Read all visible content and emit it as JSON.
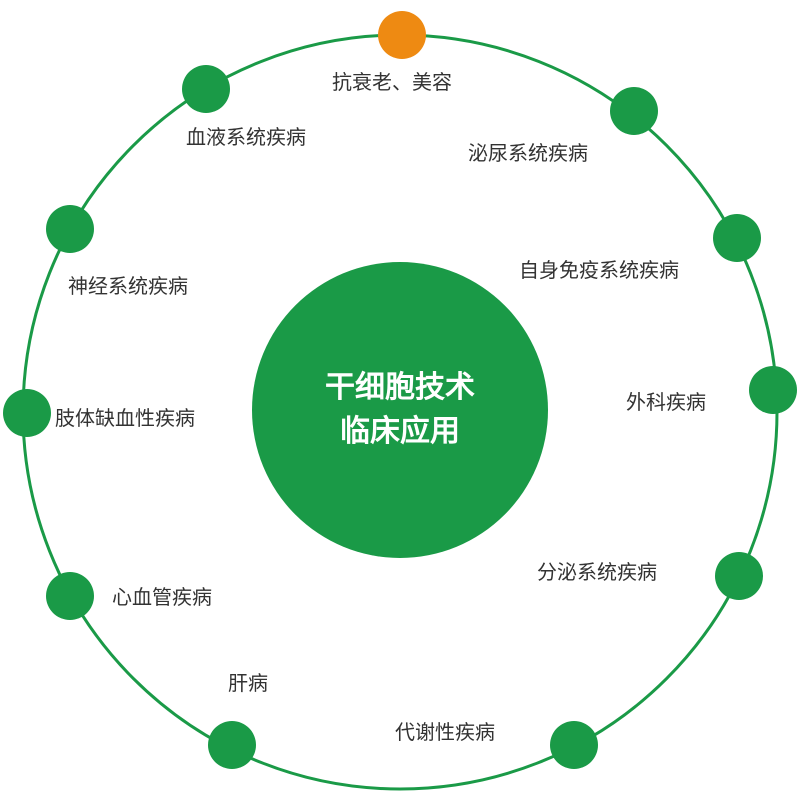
{
  "diagram": {
    "center": {
      "line1": "干细胞技术",
      "line2": "临床应用"
    },
    "nodes": [
      {
        "id": "anti-aging",
        "label": "抗衰老、美容",
        "highlight": true
      },
      {
        "id": "urinary",
        "label": "泌尿系统疾病"
      },
      {
        "id": "autoimmune",
        "label": "自身免疫系统疾病"
      },
      {
        "id": "surgical",
        "label": "外科疾病"
      },
      {
        "id": "endocrine",
        "label": "分泌系统疾病"
      },
      {
        "id": "metabolic",
        "label": "代谢性疾病"
      },
      {
        "id": "liver",
        "label": "肝病"
      },
      {
        "id": "cardio",
        "label": "心血管疾病"
      },
      {
        "id": "ischemia",
        "label": "肢体缺血性疾病"
      },
      {
        "id": "neuro",
        "label": "神经系统疾病"
      },
      {
        "id": "blood",
        "label": "血液系统疾病"
      }
    ],
    "colors": {
      "ring": "#1a9a47",
      "node": "#1a9a47",
      "highlight": "#ee8a12",
      "center": "#1a9a47",
      "label": "#333333"
    }
  }
}
